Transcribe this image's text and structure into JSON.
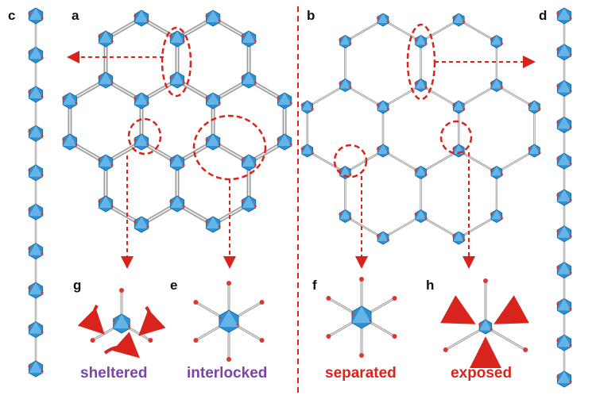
{
  "panel_labels": {
    "a": "a",
    "b": "b",
    "c": "c",
    "d": "d",
    "e": "e",
    "f": "f",
    "g": "g",
    "h": "h"
  },
  "captions": {
    "g": "sheltered",
    "e": "interlocked",
    "f": "separated",
    "h": "exposed"
  },
  "colors": {
    "polyhedron": "#2f8fd3",
    "polyhedron_light": "#7cc3ee",
    "oxygen": "#d73a2f",
    "linker": "#9a9a9a",
    "highlight": "#d9231d",
    "caption_left": "#7a44a8",
    "caption_right": "#d9231d"
  }
}
